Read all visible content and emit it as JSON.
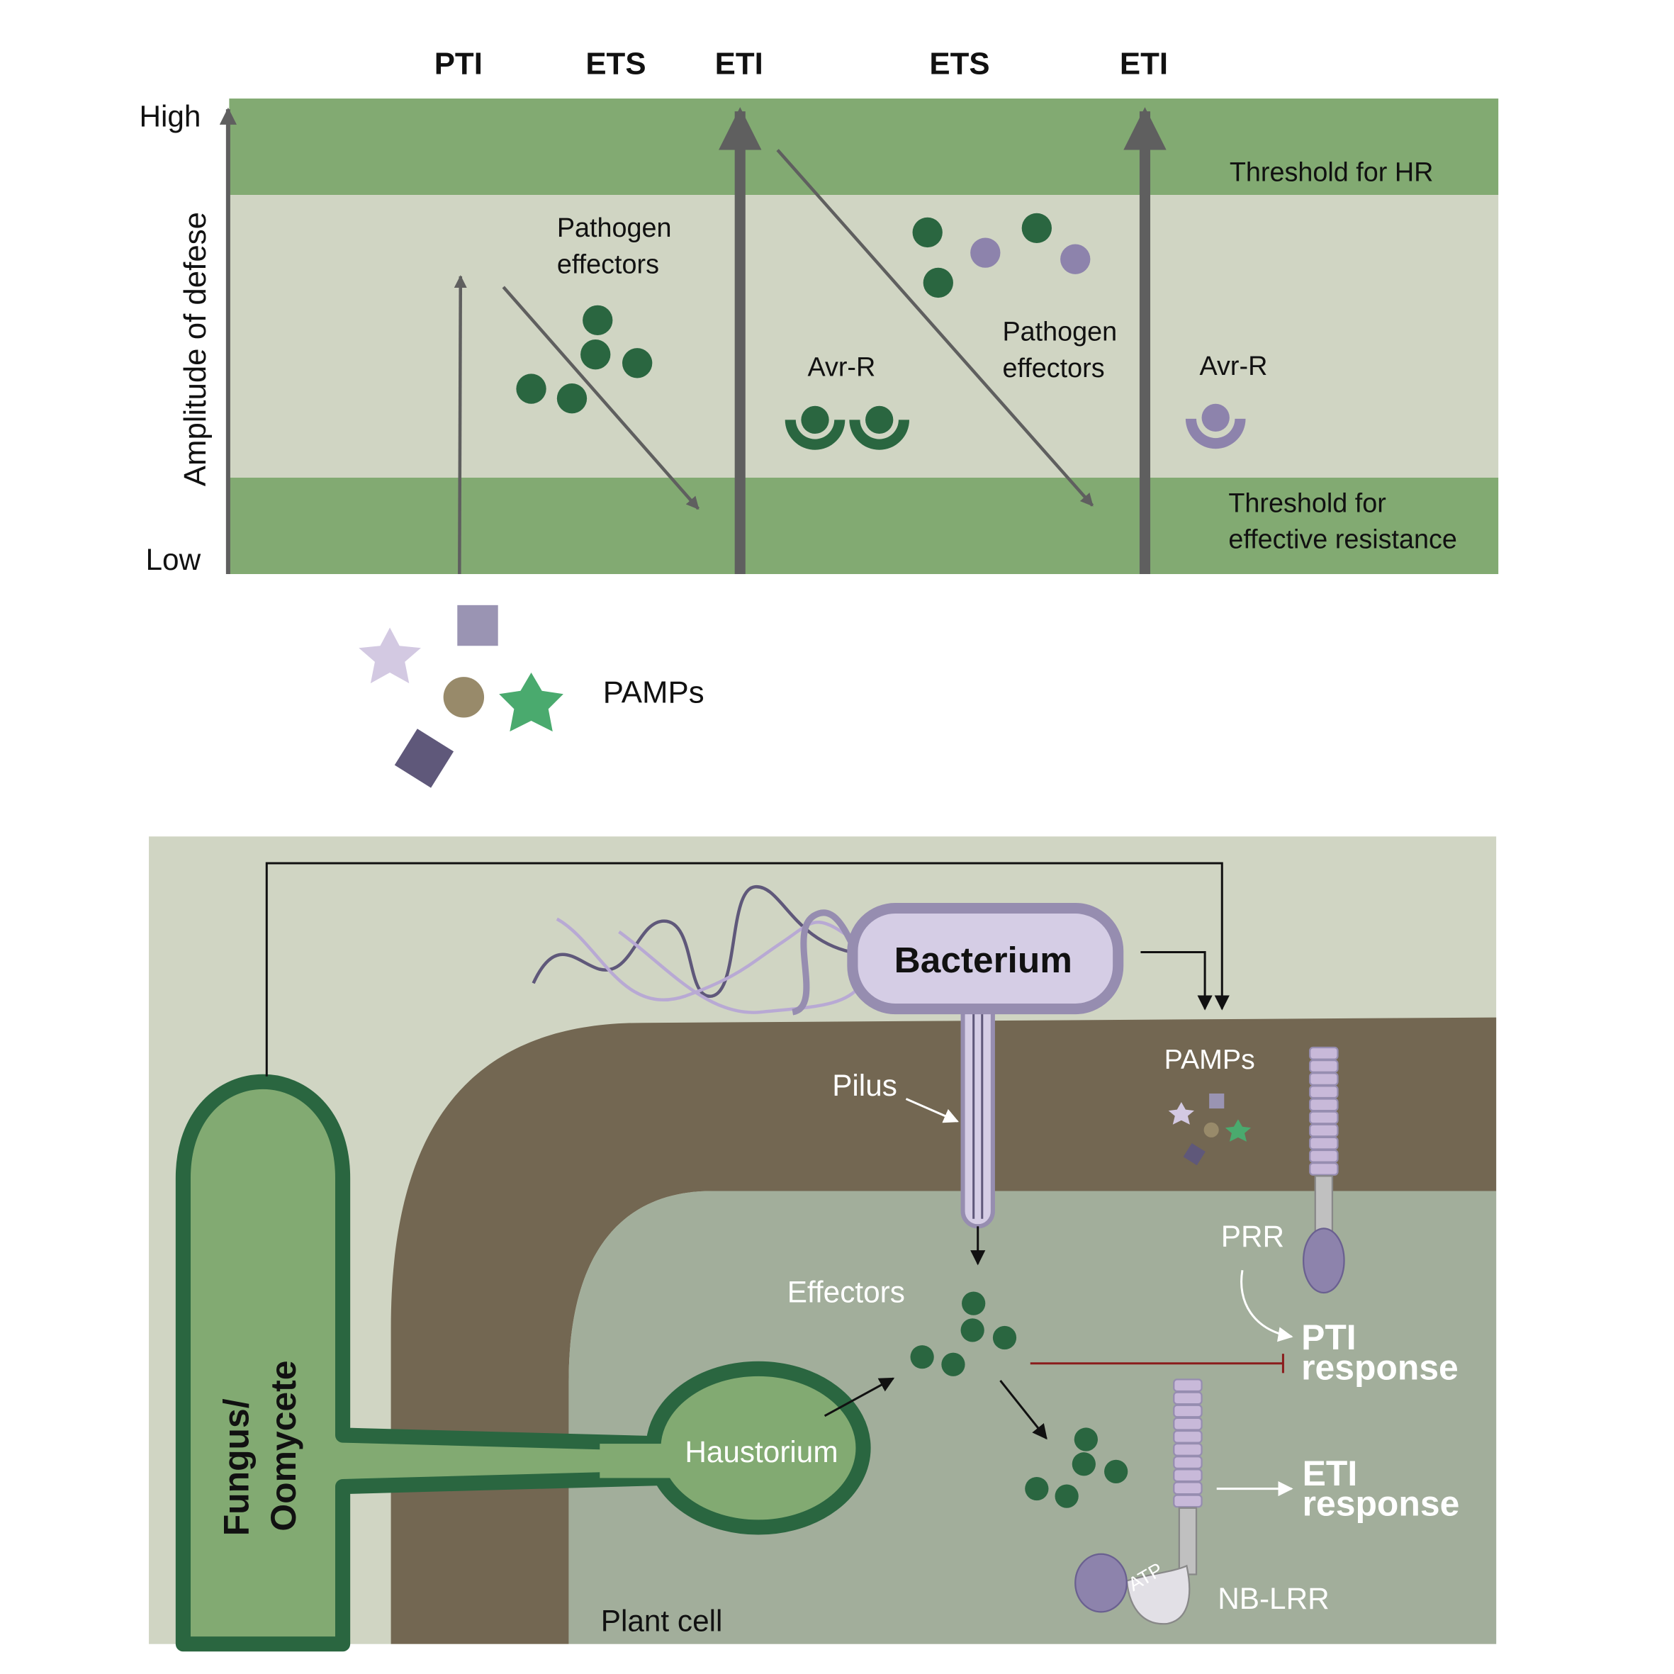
{
  "top_panel": {
    "phases": [
      "PTI",
      "ETS",
      "ETI",
      "ETS",
      "ETI"
    ],
    "y_axis_label": "Amplitude of defese",
    "y_high": "High",
    "y_low": "Low",
    "threshold_hr": "Threshold for HR",
    "threshold_resistance_line1": "Threshold for",
    "threshold_resistance_line2": "effective resistance",
    "pathogen_effectors_line1": "Pathogen",
    "pathogen_effectors_line2": "effectors",
    "avr_r": "Avr-R",
    "pamps": "PAMPs"
  },
  "bottom_panel": {
    "bacterium": "Bacterium",
    "pilus": "Pilus",
    "pamps": "PAMPs",
    "prr": "PRR",
    "effectors": "Effectors",
    "pti_response_line1": "PTI",
    "pti_response_line2": "response",
    "eti_response_line1": "ETI",
    "eti_response_line2": "response",
    "haustorium": "Haustorium",
    "fungus_line1": "Fungus/",
    "fungus_line2": "Oomycete",
    "atp": "ATP",
    "nb_lrr": "NB-LRR",
    "plant_cell": "Plant cell"
  },
  "colors": {
    "band_dark": "#82aa72",
    "band_light": "#d0d5c3",
    "effector_green": "#2a6640",
    "effector_purple": "#8d83ac",
    "arrow_gray": "#5f5f5f",
    "cell_wall": "#736752",
    "cytoplasm": "#a2ae9b",
    "bacterium_fill": "#d5cde5",
    "bacterium_stroke": "#968db0",
    "fungus_fill": "#82aa72",
    "fungus_stroke": "#2a6640",
    "inhibit_red": "#8a1c1c"
  }
}
